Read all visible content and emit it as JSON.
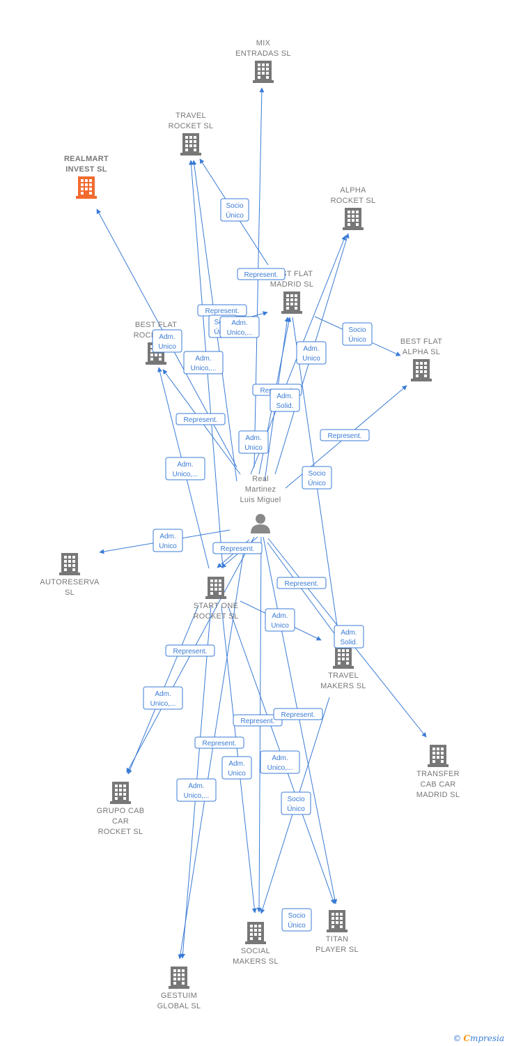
{
  "colors": {
    "edge": "#3a7bd5",
    "building": "#777777",
    "highlight": "#f26a2e",
    "person": "#888888"
  },
  "nodes": [
    {
      "id": "mix",
      "type": "company",
      "lines": [
        "MIX",
        "ENTRADAS  SL"
      ]
    },
    {
      "id": "travelrocket",
      "type": "company",
      "lines": [
        "TRAVEL",
        "ROCKET  SL"
      ]
    },
    {
      "id": "realmart",
      "type": "company",
      "highlight": true,
      "lines": [
        "REALMART",
        "INVEST  SL"
      ]
    },
    {
      "id": "alpharocket",
      "type": "company",
      "lines": [
        "ALPHA",
        "ROCKET  SL"
      ]
    },
    {
      "id": "bestflatmadrid",
      "type": "company",
      "lines": [
        "BEST FLAT",
        "MADRID  SL"
      ]
    },
    {
      "id": "bestflatrocket",
      "type": "company",
      "lines": [
        "BEST FLAT",
        "ROCKET  SL"
      ]
    },
    {
      "id": "bestflatalpha",
      "type": "company",
      "lines": [
        "BEST FLAT",
        "ALPHA  SL"
      ]
    },
    {
      "id": "person",
      "type": "person",
      "lines": [
        "Real",
        "Martinez",
        "Luis Miguel"
      ]
    },
    {
      "id": "autoreserva",
      "type": "company",
      "lines": [
        "AUTORESERVA",
        "SL"
      ]
    },
    {
      "id": "startone",
      "type": "company",
      "lines": [
        "START ONE",
        "ROCKET  SL"
      ]
    },
    {
      "id": "travelmakers",
      "type": "company",
      "lines": [
        "TRAVEL",
        "MAKERS SL"
      ]
    },
    {
      "id": "transfer",
      "type": "company",
      "lines": [
        "TRANSFER",
        "CAB CAR",
        "MADRID  SL"
      ]
    },
    {
      "id": "grupocab",
      "type": "company",
      "lines": [
        "GRUPO CAB",
        "CAR",
        "ROCKET  SL"
      ]
    },
    {
      "id": "socialmakers",
      "type": "company",
      "lines": [
        "SOCIAL",
        "MAKERS  SL"
      ]
    },
    {
      "id": "titan",
      "type": "company",
      "lines": [
        "TITAN",
        "PLAYER  SL"
      ]
    },
    {
      "id": "gestuim",
      "type": "company",
      "lines": [
        "GESTUIM",
        "GLOBAL  SL"
      ]
    }
  ],
  "relations": [
    {
      "id": "r1",
      "lines": [
        "Socio",
        "Único"
      ]
    },
    {
      "id": "r2",
      "lines": [
        "Represent."
      ]
    },
    {
      "id": "r3",
      "lines": [
        "Represent."
      ]
    },
    {
      "id": "r4",
      "lines": [
        "Socio",
        "Único"
      ]
    },
    {
      "id": "r5",
      "lines": [
        "Adm.",
        "Unico,..."
      ]
    },
    {
      "id": "r6",
      "lines": [
        "Adm.",
        "Unico"
      ]
    },
    {
      "id": "r7",
      "lines": [
        "Adm.",
        "Unico,..."
      ]
    },
    {
      "id": "r8",
      "lines": [
        "Adm.",
        "Unico"
      ]
    },
    {
      "id": "r9",
      "lines": [
        "Socio",
        "Único"
      ]
    },
    {
      "id": "r10",
      "lines": [
        "Represent."
      ]
    },
    {
      "id": "r11",
      "lines": [
        "Adm.",
        "Solid."
      ]
    },
    {
      "id": "r12",
      "lines": [
        "Represent."
      ]
    },
    {
      "id": "r13",
      "lines": [
        "Adm.",
        "Unico"
      ]
    },
    {
      "id": "r14",
      "lines": [
        "Represent."
      ]
    },
    {
      "id": "r15",
      "lines": [
        "Adm.",
        "Unico,..."
      ]
    },
    {
      "id": "r16",
      "lines": [
        "Socio",
        "Único"
      ]
    },
    {
      "id": "r17",
      "lines": [
        "Adm.",
        "Unico"
      ]
    },
    {
      "id": "r18",
      "lines": [
        "Represent."
      ]
    },
    {
      "id": "r19",
      "lines": [
        "Represent."
      ]
    },
    {
      "id": "r20",
      "lines": [
        "Adm.",
        "Unico"
      ]
    },
    {
      "id": "r21",
      "lines": [
        "Adm.",
        "Solid."
      ]
    },
    {
      "id": "r22",
      "lines": [
        "Represent."
      ]
    },
    {
      "id": "r23",
      "lines": [
        "Adm.",
        "Unico,..."
      ]
    },
    {
      "id": "r24",
      "lines": [
        "Represent."
      ]
    },
    {
      "id": "r25",
      "lines": [
        "Represent."
      ]
    },
    {
      "id": "r26",
      "lines": [
        "Represent."
      ]
    },
    {
      "id": "r27",
      "lines": [
        "Adm.",
        "Unico"
      ]
    },
    {
      "id": "r28",
      "lines": [
        "Adm.",
        "Unico,..."
      ]
    },
    {
      "id": "r29",
      "lines": [
        "Adm.",
        "Unico,..."
      ]
    },
    {
      "id": "r30",
      "lines": [
        "Socio",
        "Único"
      ]
    },
    {
      "id": "r31",
      "lines": [
        "Socio",
        "Único"
      ]
    }
  ],
  "footer": {
    "copyright": "©",
    "brand_initial": "C",
    "brand_rest": "mpresia"
  }
}
